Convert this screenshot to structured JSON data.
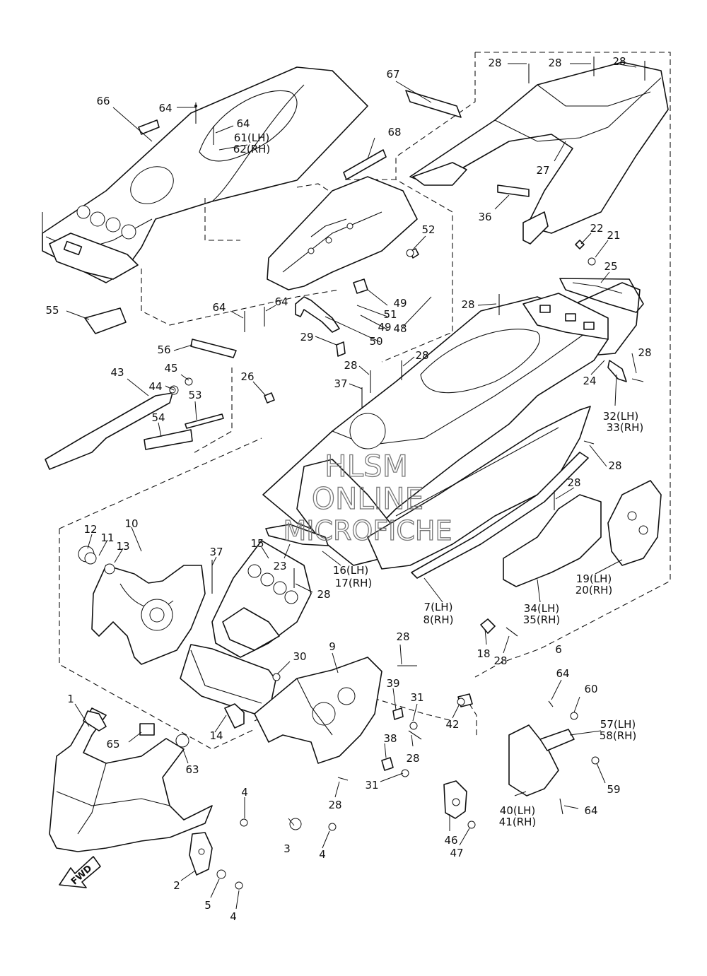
{
  "watermark": {
    "line1": "HLSM",
    "line2": "ONLINE",
    "line3": "MICROFICHE"
  },
  "fwd_label": "FWD",
  "callouts": [
    {
      "id": "c66",
      "text": "66"
    },
    {
      "id": "c64a",
      "text": "64"
    },
    {
      "id": "c64b",
      "text": "64"
    },
    {
      "id": "c61",
      "text": "61(LH)"
    },
    {
      "id": "c62",
      "text": "62(RH)"
    },
    {
      "id": "c68",
      "text": "68"
    },
    {
      "id": "c67",
      "text": "67"
    },
    {
      "id": "c28a",
      "text": "28"
    },
    {
      "id": "c28b",
      "text": "28"
    },
    {
      "id": "c28c",
      "text": "28"
    },
    {
      "id": "c27",
      "text": "27"
    },
    {
      "id": "c36",
      "text": "36"
    },
    {
      "id": "c52",
      "text": "52"
    },
    {
      "id": "c22",
      "text": "22"
    },
    {
      "id": "c21",
      "text": "21"
    },
    {
      "id": "c25",
      "text": "25"
    },
    {
      "id": "c55",
      "text": "55"
    },
    {
      "id": "c64c",
      "text": "64"
    },
    {
      "id": "c64d",
      "text": "64"
    },
    {
      "id": "c49a",
      "text": "49"
    },
    {
      "id": "c51",
      "text": "51"
    },
    {
      "id": "c49b",
      "text": "49"
    },
    {
      "id": "c48",
      "text": "48"
    },
    {
      "id": "c50",
      "text": "50"
    },
    {
      "id": "c28d",
      "text": "28"
    },
    {
      "id": "c29",
      "text": "29"
    },
    {
      "id": "c56",
      "text": "56"
    },
    {
      "id": "c28e",
      "text": "28"
    },
    {
      "id": "c28f",
      "text": "28"
    },
    {
      "id": "c28g",
      "text": "28"
    },
    {
      "id": "c24",
      "text": "24"
    },
    {
      "id": "c32",
      "text": "32(LH)"
    },
    {
      "id": "c33",
      "text": "33(RH)"
    },
    {
      "id": "c45",
      "text": "45"
    },
    {
      "id": "c43",
      "text": "43"
    },
    {
      "id": "c44",
      "text": "44"
    },
    {
      "id": "c26",
      "text": "26"
    },
    {
      "id": "c37a",
      "text": "37"
    },
    {
      "id": "c53",
      "text": "53"
    },
    {
      "id": "c54",
      "text": "54"
    },
    {
      "id": "c28h",
      "text": "28"
    },
    {
      "id": "c28i",
      "text": "28"
    },
    {
      "id": "c10",
      "text": "10"
    },
    {
      "id": "c12",
      "text": "12"
    },
    {
      "id": "c11",
      "text": "11"
    },
    {
      "id": "c13",
      "text": "13"
    },
    {
      "id": "c37b",
      "text": "37"
    },
    {
      "id": "c15",
      "text": "15"
    },
    {
      "id": "c23",
      "text": "23"
    },
    {
      "id": "c16",
      "text": "16(LH)"
    },
    {
      "id": "c17",
      "text": "17(RH)"
    },
    {
      "id": "c28j",
      "text": "28"
    },
    {
      "id": "c19",
      "text": "19(LH)"
    },
    {
      "id": "c20",
      "text": "20(RH)"
    },
    {
      "id": "c34",
      "text": "34(LH)"
    },
    {
      "id": "c35",
      "text": "35(RH)"
    },
    {
      "id": "c7",
      "text": "7(LH)"
    },
    {
      "id": "c8",
      "text": "8(RH)"
    },
    {
      "id": "c6",
      "text": "6"
    },
    {
      "id": "c18",
      "text": "18"
    },
    {
      "id": "c28k",
      "text": "28"
    },
    {
      "id": "c28l",
      "text": "28"
    },
    {
      "id": "c9",
      "text": "9"
    },
    {
      "id": "c30",
      "text": "30"
    },
    {
      "id": "c39",
      "text": "39"
    },
    {
      "id": "c31a",
      "text": "31"
    },
    {
      "id": "c42",
      "text": "42"
    },
    {
      "id": "c64e",
      "text": "64"
    },
    {
      "id": "c60",
      "text": "60"
    },
    {
      "id": "c57",
      "text": "57(LH)"
    },
    {
      "id": "c58",
      "text": "58(RH)"
    },
    {
      "id": "c1",
      "text": "1"
    },
    {
      "id": "c65",
      "text": "65"
    },
    {
      "id": "c14",
      "text": "14"
    },
    {
      "id": "c63",
      "text": "63"
    },
    {
      "id": "c38",
      "text": "38"
    },
    {
      "id": "c28m",
      "text": "28"
    },
    {
      "id": "c31b",
      "text": "31"
    },
    {
      "id": "c59",
      "text": "59"
    },
    {
      "id": "c28n",
      "text": "28"
    },
    {
      "id": "c40",
      "text": "40(LH)"
    },
    {
      "id": "c41",
      "text": "41(RH)"
    },
    {
      "id": "c64f",
      "text": "64"
    },
    {
      "id": "c4a",
      "text": "4"
    },
    {
      "id": "c3",
      "text": "3"
    },
    {
      "id": "c4b",
      "text": "4"
    },
    {
      "id": "c46",
      "text": "46"
    },
    {
      "id": "c47",
      "text": "47"
    },
    {
      "id": "c2",
      "text": "2"
    },
    {
      "id": "c5",
      "text": "5"
    },
    {
      "id": "c4c",
      "text": "4"
    }
  ]
}
